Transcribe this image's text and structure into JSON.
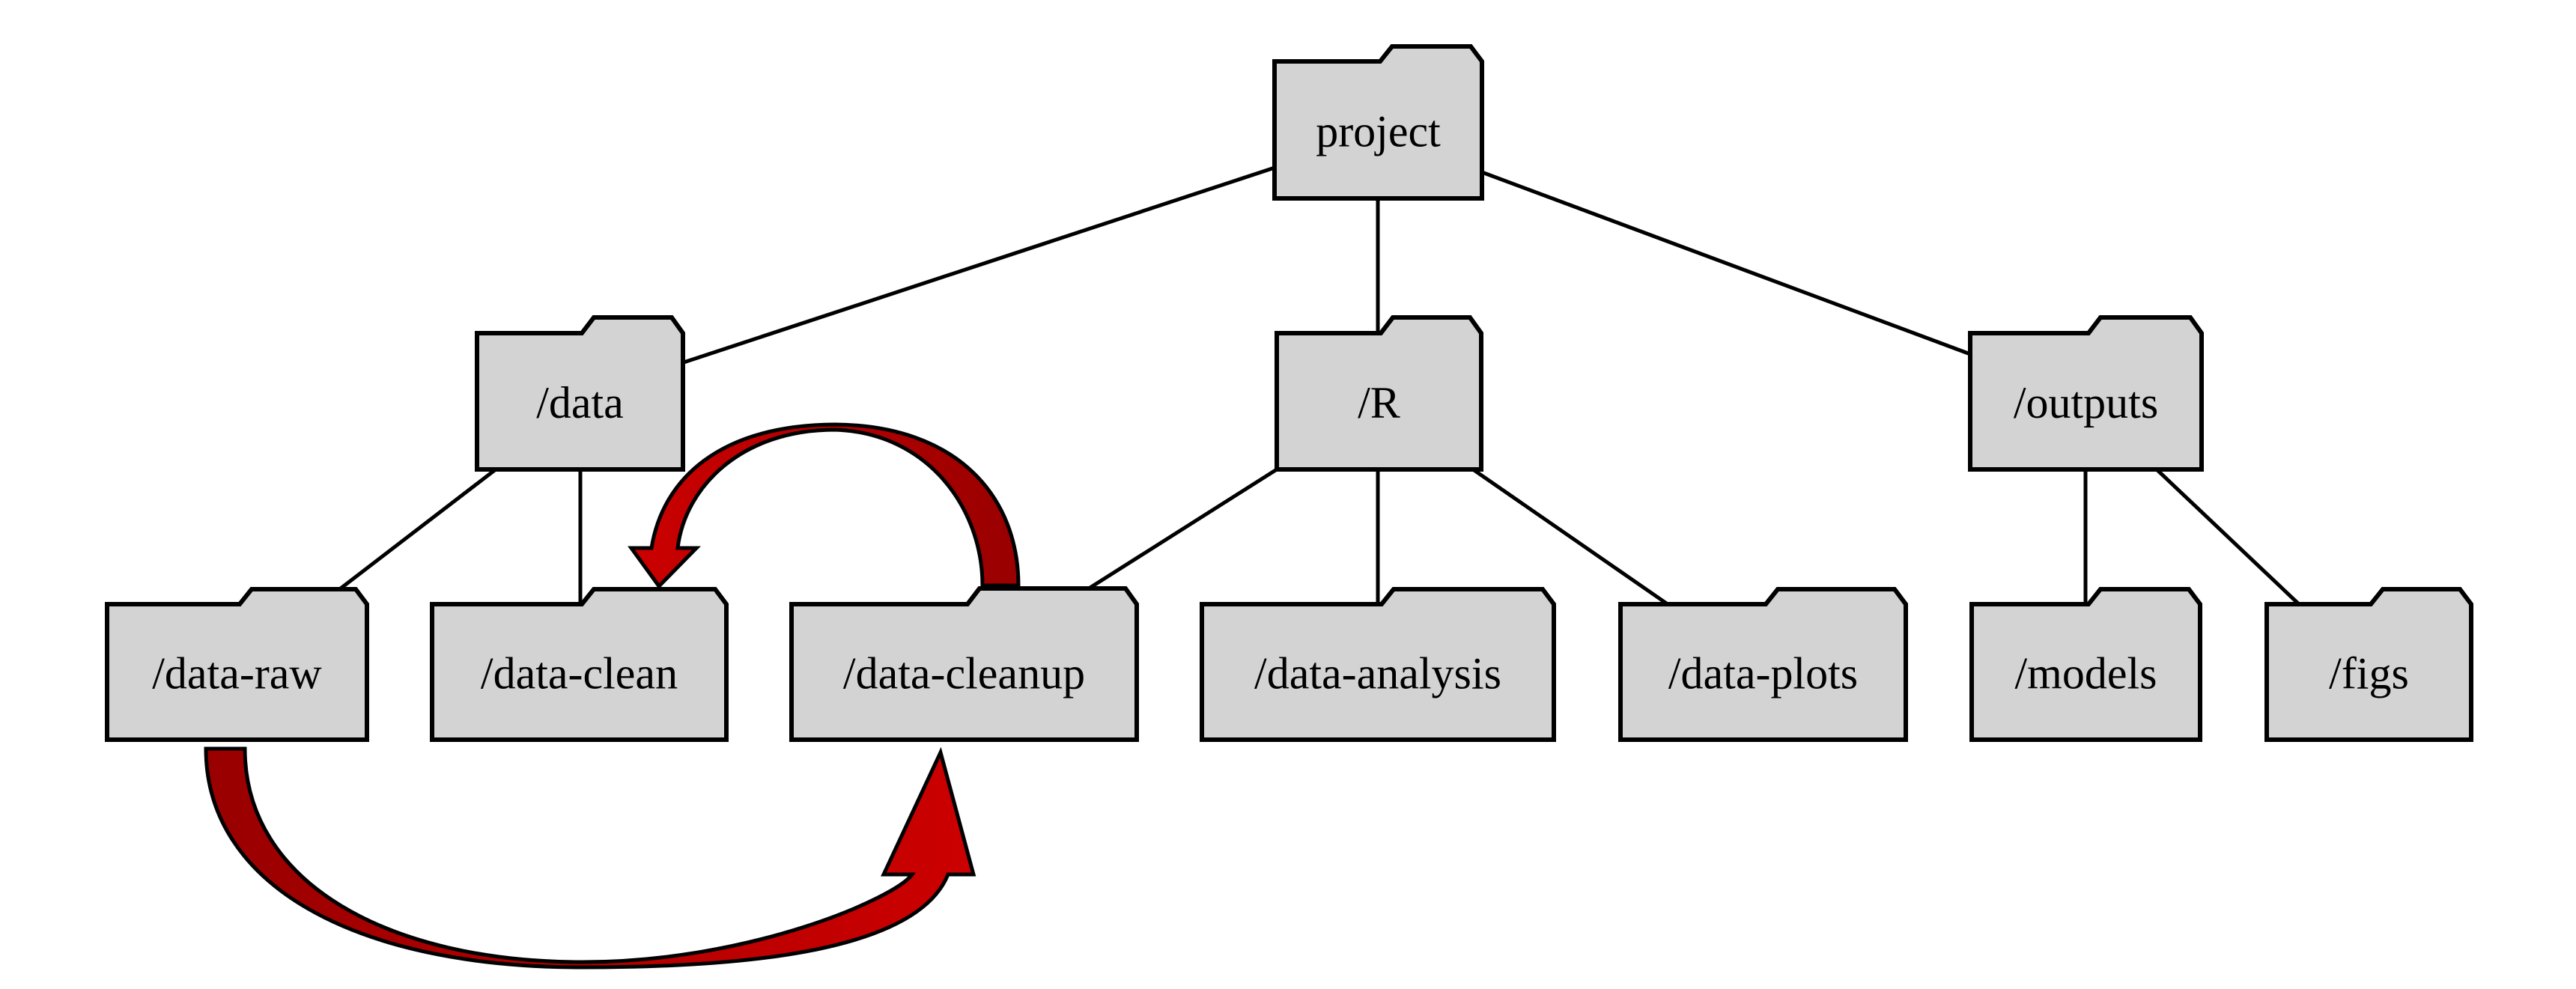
{
  "diagram": {
    "type": "folder-tree",
    "colors": {
      "folder_fill": "#d3d3d3",
      "folder_stroke": "#000000",
      "edge": "#000000",
      "arrow_dark": "#990000",
      "arrow_bright": "#cc0000",
      "background": "#ffffff"
    },
    "nodes": [
      {
        "id": "project",
        "label": "project",
        "level": 0
      },
      {
        "id": "data",
        "label": "/data",
        "level": 1
      },
      {
        "id": "r",
        "label": "/R",
        "level": 1
      },
      {
        "id": "outputs",
        "label": "/outputs",
        "level": 1
      },
      {
        "id": "data_raw",
        "label": "/data-raw",
        "level": 2
      },
      {
        "id": "data_clean",
        "label": "/data-clean",
        "level": 2
      },
      {
        "id": "data_cleanup",
        "label": "/data-cleanup",
        "level": 2
      },
      {
        "id": "data_analysis",
        "label": "/data-analysis",
        "level": 2
      },
      {
        "id": "data_plots",
        "label": "/data-plots",
        "level": 2
      },
      {
        "id": "models",
        "label": "/models",
        "level": 2
      },
      {
        "id": "figs",
        "label": "/figs",
        "level": 2
      }
    ],
    "edges": [
      {
        "from": "project",
        "to": "data"
      },
      {
        "from": "project",
        "to": "r"
      },
      {
        "from": "project",
        "to": "outputs"
      },
      {
        "from": "data",
        "to": "data_raw"
      },
      {
        "from": "data",
        "to": "data_clean"
      },
      {
        "from": "r",
        "to": "data_cleanup"
      },
      {
        "from": "r",
        "to": "data_analysis"
      },
      {
        "from": "r",
        "to": "data_plots"
      },
      {
        "from": "outputs",
        "to": "models"
      },
      {
        "from": "outputs",
        "to": "figs"
      }
    ],
    "flow_arrows": [
      {
        "from": "data_raw",
        "to": "data_cleanup",
        "route": "below"
      },
      {
        "from": "data_cleanup",
        "to": "data_clean",
        "route": "above"
      }
    ]
  }
}
